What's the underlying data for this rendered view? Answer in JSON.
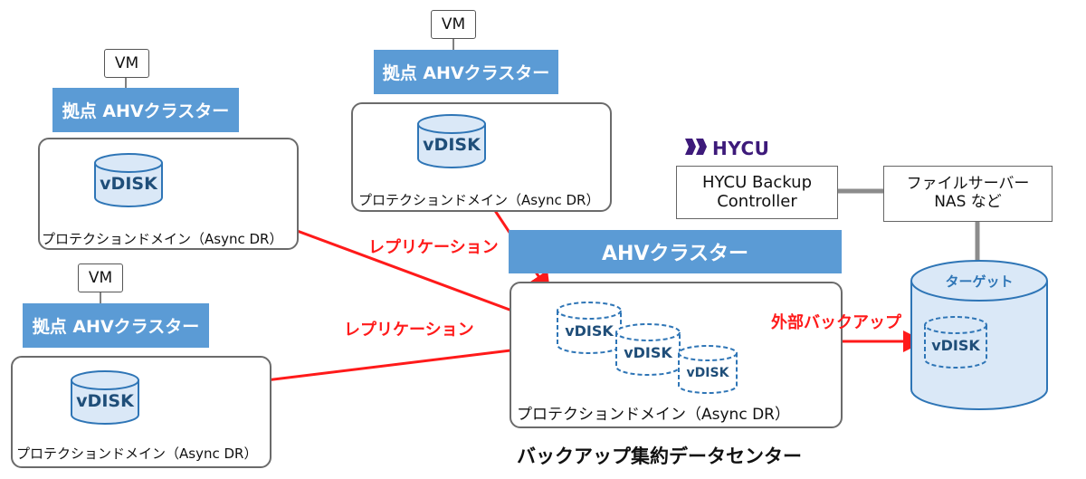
{
  "sites": [
    {
      "vm": "VM",
      "cluster": "拠点 AHVクラスター",
      "disk": "vDISK",
      "domain": "プロテクションドメイン（Async DR）"
    },
    {
      "vm": "VM",
      "cluster": "拠点 AHVクラスター",
      "disk": "vDISK",
      "domain": "プロテクションドメイン（Async DR）"
    },
    {
      "vm": "VM",
      "cluster": "拠点 AHVクラスター",
      "disk": "vDISK",
      "domain": "プロテクションドメイン（Async DR）"
    }
  ],
  "center": {
    "cluster": "AHVクラスター",
    "disks": [
      "vDISK",
      "vDISK",
      "vDISK"
    ],
    "domain": "プロテクションドメイン（Async DR）",
    "caption": "バックアップ集約データセンター"
  },
  "labels": {
    "replication_1": "レプリケーション",
    "replication_2": "レプリケーション",
    "external_backup": "外部バックアップ"
  },
  "hycu": {
    "logo": "HYCU",
    "controller_line1": "HYCU Backup",
    "controller_line2": "Controller",
    "fileserver_line1": "ファイルサーバー",
    "fileserver_line2": "NAS など",
    "target": "ターゲット",
    "target_disk": "vDISK"
  },
  "colors": {
    "cluster_blue": "#5b9bd5",
    "disk_fill": "#dae8f7",
    "disk_stroke": "#2e75b6",
    "arrow_red": "#ff1a1a",
    "hycu_purple": "#3d1a7a"
  }
}
